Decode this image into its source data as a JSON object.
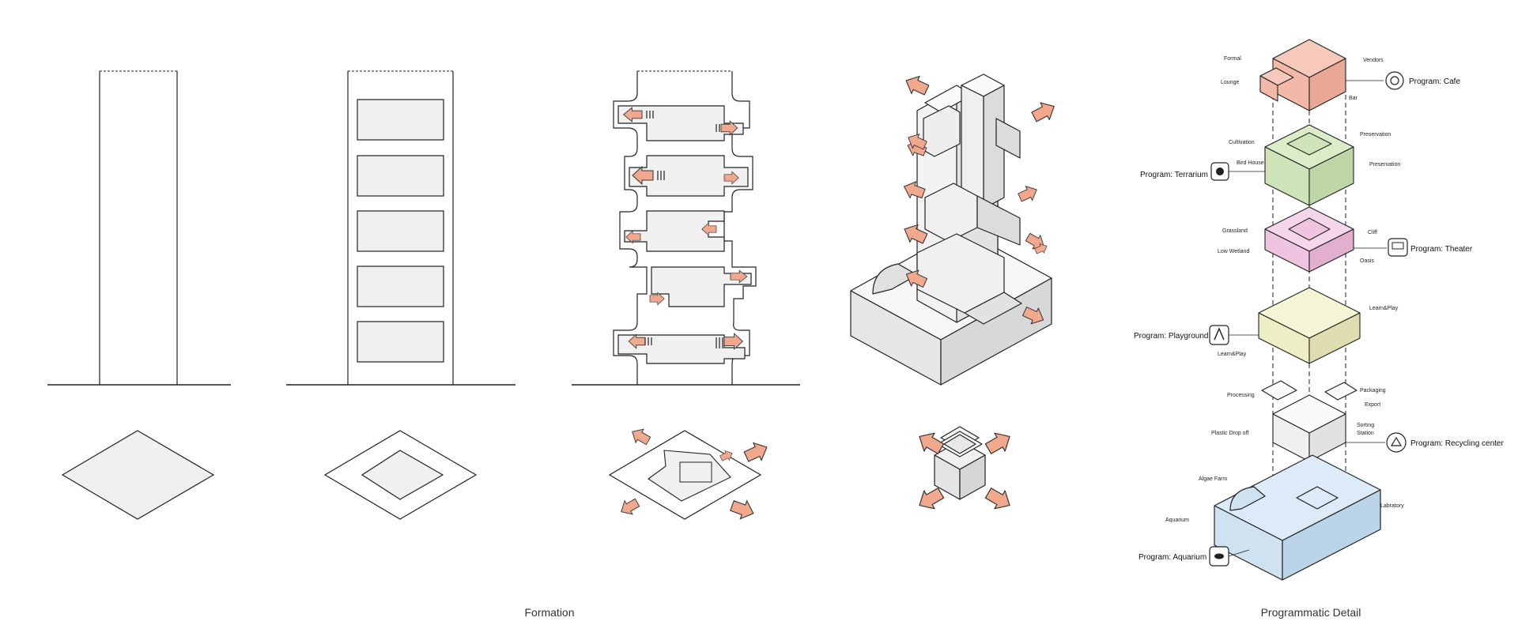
{
  "captions": {
    "formation": "Formation",
    "programmatic": "Programmatic Detail"
  },
  "colors": {
    "arrow": "#f2a88c",
    "cafe": "#f2b8a8",
    "terrarium": "#cfe3b8",
    "theater": "#efc4e0",
    "playground": "#eeeec4",
    "recycling": "#f3f3f3",
    "aquarium": "#cfe2f1",
    "block": "#f0f0f0"
  },
  "programs": {
    "cafe": {
      "title": "Program: Cafe",
      "icon": "coffee-icon",
      "labels": [
        "Formal",
        "Lounge",
        "Vendors",
        "Bar"
      ]
    },
    "terrarium": {
      "title": "Program: Terrarium",
      "icon": "plant-icon",
      "labels": [
        "Cultivation",
        "Bird House",
        "Preservation",
        "Preservation"
      ]
    },
    "theater": {
      "title": "Program: Theater",
      "icon": "theater-icon",
      "labels": [
        "Grassland",
        "Low Wetland",
        "Cliff",
        "Oasis"
      ]
    },
    "playground": {
      "title": "Program: Playground",
      "icon": "playground-icon",
      "labels": [
        "Learn&Play",
        "Learn&Play"
      ]
    },
    "recycling": {
      "title": "Program: Recycling center",
      "icon": "recycle-icon",
      "labels": [
        "Processing",
        "Packaging",
        "Export",
        "Plastic Drop off",
        "Sorting",
        "Station"
      ]
    },
    "aquarium": {
      "title": "Program: Aquarium",
      "icon": "fish-icon",
      "labels": [
        "Algae Farm",
        "Aquarium",
        "Labratory"
      ]
    }
  }
}
